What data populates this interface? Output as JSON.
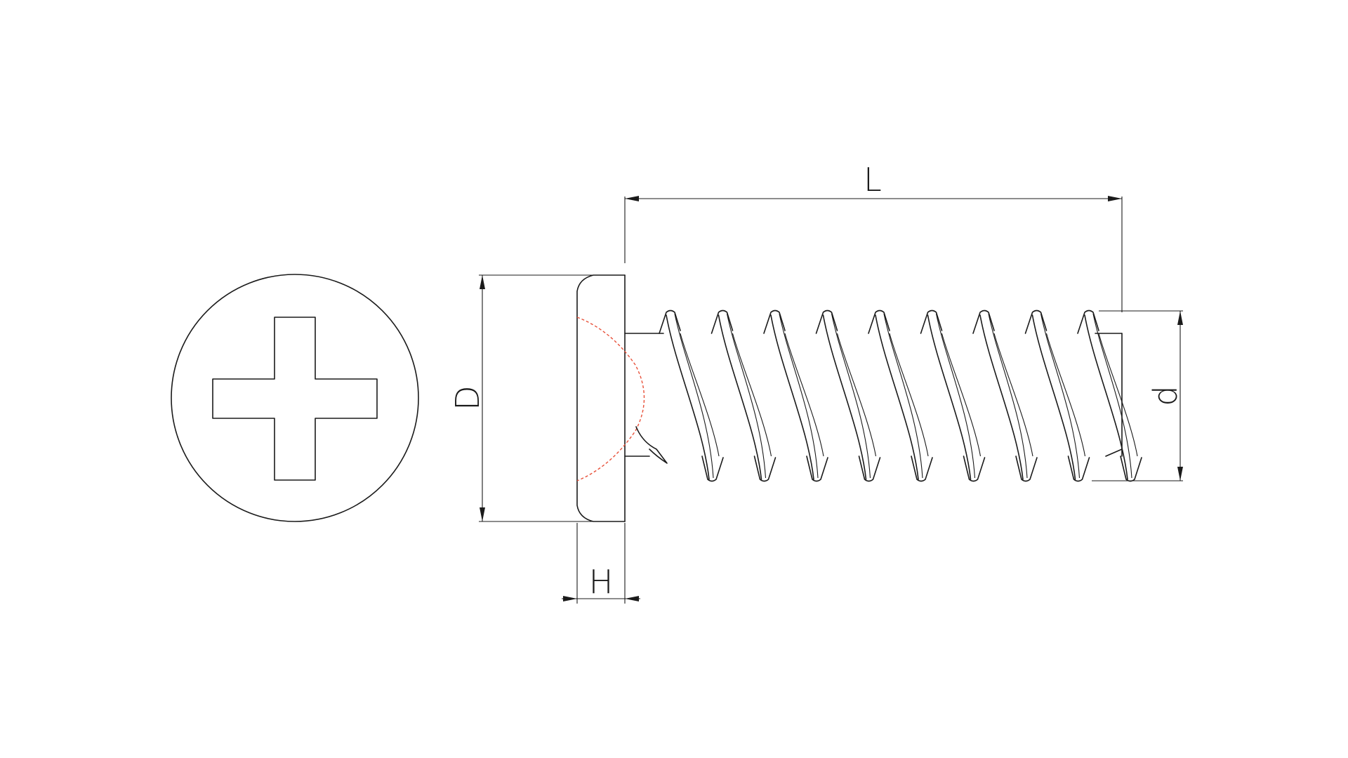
{
  "drawing": {
    "labels": {
      "length": "L",
      "head_diameter": "D",
      "head_height": "H",
      "thread_diameter": "d"
    },
    "icons": {
      "top_view": "phillips-head-top-view-icon",
      "side_view": "screw-side-view-icon"
    },
    "colors": {
      "outline": "#1a1a1a",
      "hidden_line": "#e8513a",
      "background": "#ffffff"
    }
  }
}
